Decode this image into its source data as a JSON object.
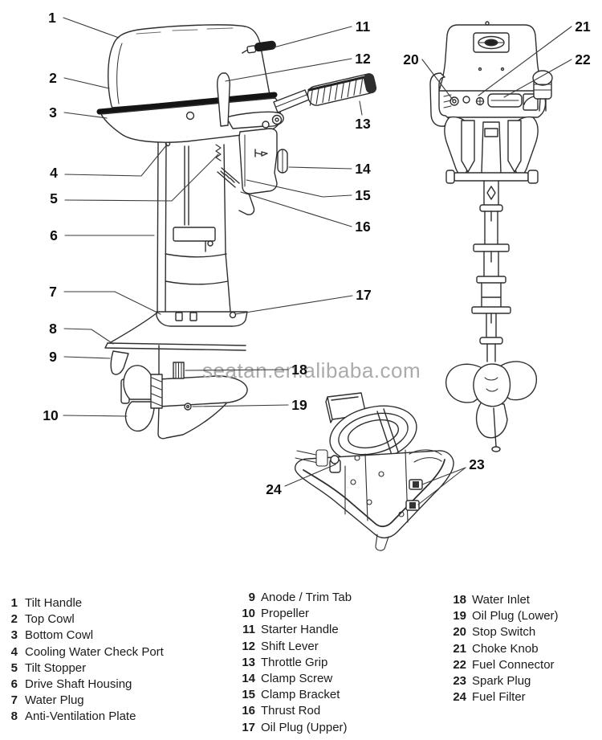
{
  "watermark": "seatan.en.alibaba.com",
  "callouts": [
    "1",
    "2",
    "3",
    "4",
    "5",
    "6",
    "7",
    "8",
    "9",
    "10",
    "11",
    "12",
    "13",
    "14",
    "15",
    "16",
    "17",
    "18",
    "19",
    "20",
    "21",
    "22",
    "23",
    "24"
  ],
  "legend": {
    "col1": [
      {
        "num": "1",
        "label": "Tilt Handle"
      },
      {
        "num": "2",
        "label": "Top Cowl"
      },
      {
        "num": "3",
        "label": "Bottom Cowl"
      },
      {
        "num": "4",
        "label": "Cooling Water Check Port"
      },
      {
        "num": "5",
        "label": "Tilt Stopper"
      },
      {
        "num": "6",
        "label": "Drive Shaft Housing"
      },
      {
        "num": "7",
        "label": "Water Plug"
      },
      {
        "num": "8",
        "label": "Anti-Ventilation Plate"
      }
    ],
    "col2": [
      {
        "num": "9",
        "label": "Anode / Trim Tab"
      },
      {
        "num": "10",
        "label": "Propeller"
      },
      {
        "num": "11",
        "label": "Starter Handle"
      },
      {
        "num": "12",
        "label": "Shift Lever"
      },
      {
        "num": "13",
        "label": "Throttle Grip"
      },
      {
        "num": "14",
        "label": "Clamp Screw"
      },
      {
        "num": "15",
        "label": "Clamp Bracket"
      },
      {
        "num": "16",
        "label": "Thrust Rod"
      },
      {
        "num": "17",
        "label": "Oil Plug (Upper)"
      }
    ],
    "col3": [
      {
        "num": "18",
        "label": "Water Inlet"
      },
      {
        "num": "19",
        "label": "Oil Plug (Lower)"
      },
      {
        "num": "20",
        "label": "Stop Switch"
      },
      {
        "num": "21",
        "label": "Choke Knob"
      },
      {
        "num": "22",
        "label": "Fuel Connector"
      },
      {
        "num": "23",
        "label": "Spark Plug"
      },
      {
        "num": "24",
        "label": "Fuel Filter"
      }
    ]
  },
  "colors": {
    "line": "#2e2e2e",
    "watermark": "#ababab",
    "text": "#1b1b1b"
  }
}
